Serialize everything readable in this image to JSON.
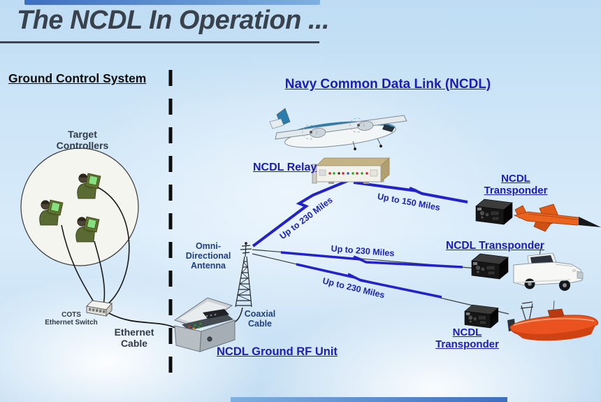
{
  "slide": {
    "title": "The NCDL In Operation ..."
  },
  "left_panel": {
    "header": "Ground Control System",
    "target_controllers": {
      "line1": "Target",
      "line2": "Controllers"
    },
    "cots_switch": {
      "line1": "COTS",
      "line2": "Ethernet Switch"
    },
    "ethernet_cable": {
      "line1": "Ethernet",
      "line2": "Cable"
    }
  },
  "right_panel": {
    "header": "Navy Common Data Link (NCDL)",
    "relay_label": "NCDL Relay",
    "transponder_air": {
      "line1": "NCDL",
      "line2": "Transponder"
    },
    "transponder_vehicle": "NCDL Transponder",
    "transponder_boat": {
      "line1": "NCDL",
      "line2": "Transponder"
    },
    "omni_antenna": {
      "line1": "Omni-",
      "line2": "Directional",
      "line3": "Antenna"
    },
    "coaxial_cable": {
      "line1": "Coaxial",
      "line2": "Cable"
    },
    "ground_rf_label": "NCDL Ground RF Unit",
    "links": {
      "antenna_to_relay": "Up to 230 Miles",
      "relay_to_air": "Up to 150 Miles",
      "antenna_to_vehicle": "Up to 230 Miles",
      "antenna_to_boat": "Up to 230 Miles"
    }
  },
  "colors": {
    "label_blue": "#1b1db5",
    "link_bolt_blue": "#2222c8",
    "navy_label": "#20407e",
    "dark_label": "#313a49",
    "title_color": "#39424c",
    "background_blue": "#cde5f7"
  }
}
